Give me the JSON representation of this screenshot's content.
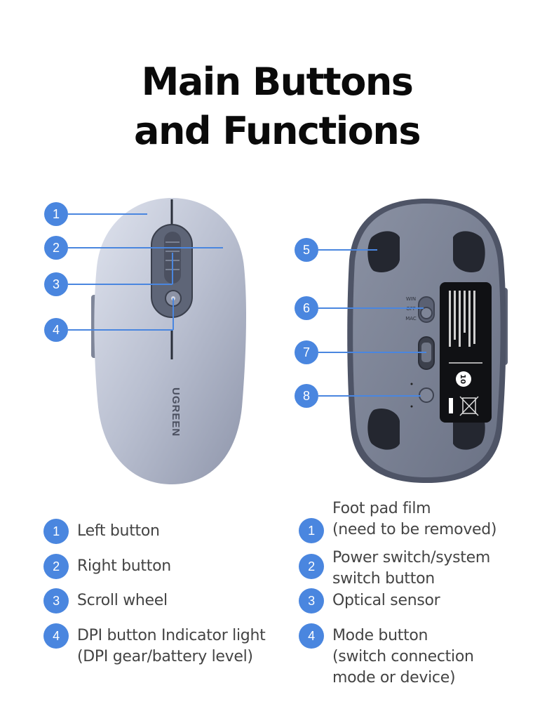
{
  "title": {
    "line1": "Main Buttons",
    "line2": "and Functions"
  },
  "accent_color": "#4a86df",
  "front_mouse": {
    "brand": "UGREEN",
    "callouts": [
      "1",
      "2",
      "3",
      "4"
    ]
  },
  "back_mouse": {
    "switch_labels": {
      "top": "WIN",
      "middle": "OFF",
      "bottom": "MAC"
    },
    "badge_text": "10",
    "callouts": [
      "5",
      "6",
      "7",
      "8"
    ]
  },
  "legend_left": [
    {
      "num": "1",
      "text": "Left button"
    },
    {
      "num": "2",
      "text": "Right button"
    },
    {
      "num": "3",
      "text": "Scroll wheel"
    },
    {
      "num": "4",
      "line1": "DPI button Indicator light",
      "line2": "(DPI gear/battery level)"
    }
  ],
  "legend_right": [
    {
      "num": "1",
      "line1": "Foot pad film",
      "line2": "(need to be removed)"
    },
    {
      "num": "2",
      "line1": "Power switch/system",
      "line2": "switch button"
    },
    {
      "num": "3",
      "text": "Optical sensor"
    },
    {
      "num": "4",
      "line1": "Mode button",
      "line2": "(switch connection",
      "line3": "mode or device)"
    }
  ]
}
